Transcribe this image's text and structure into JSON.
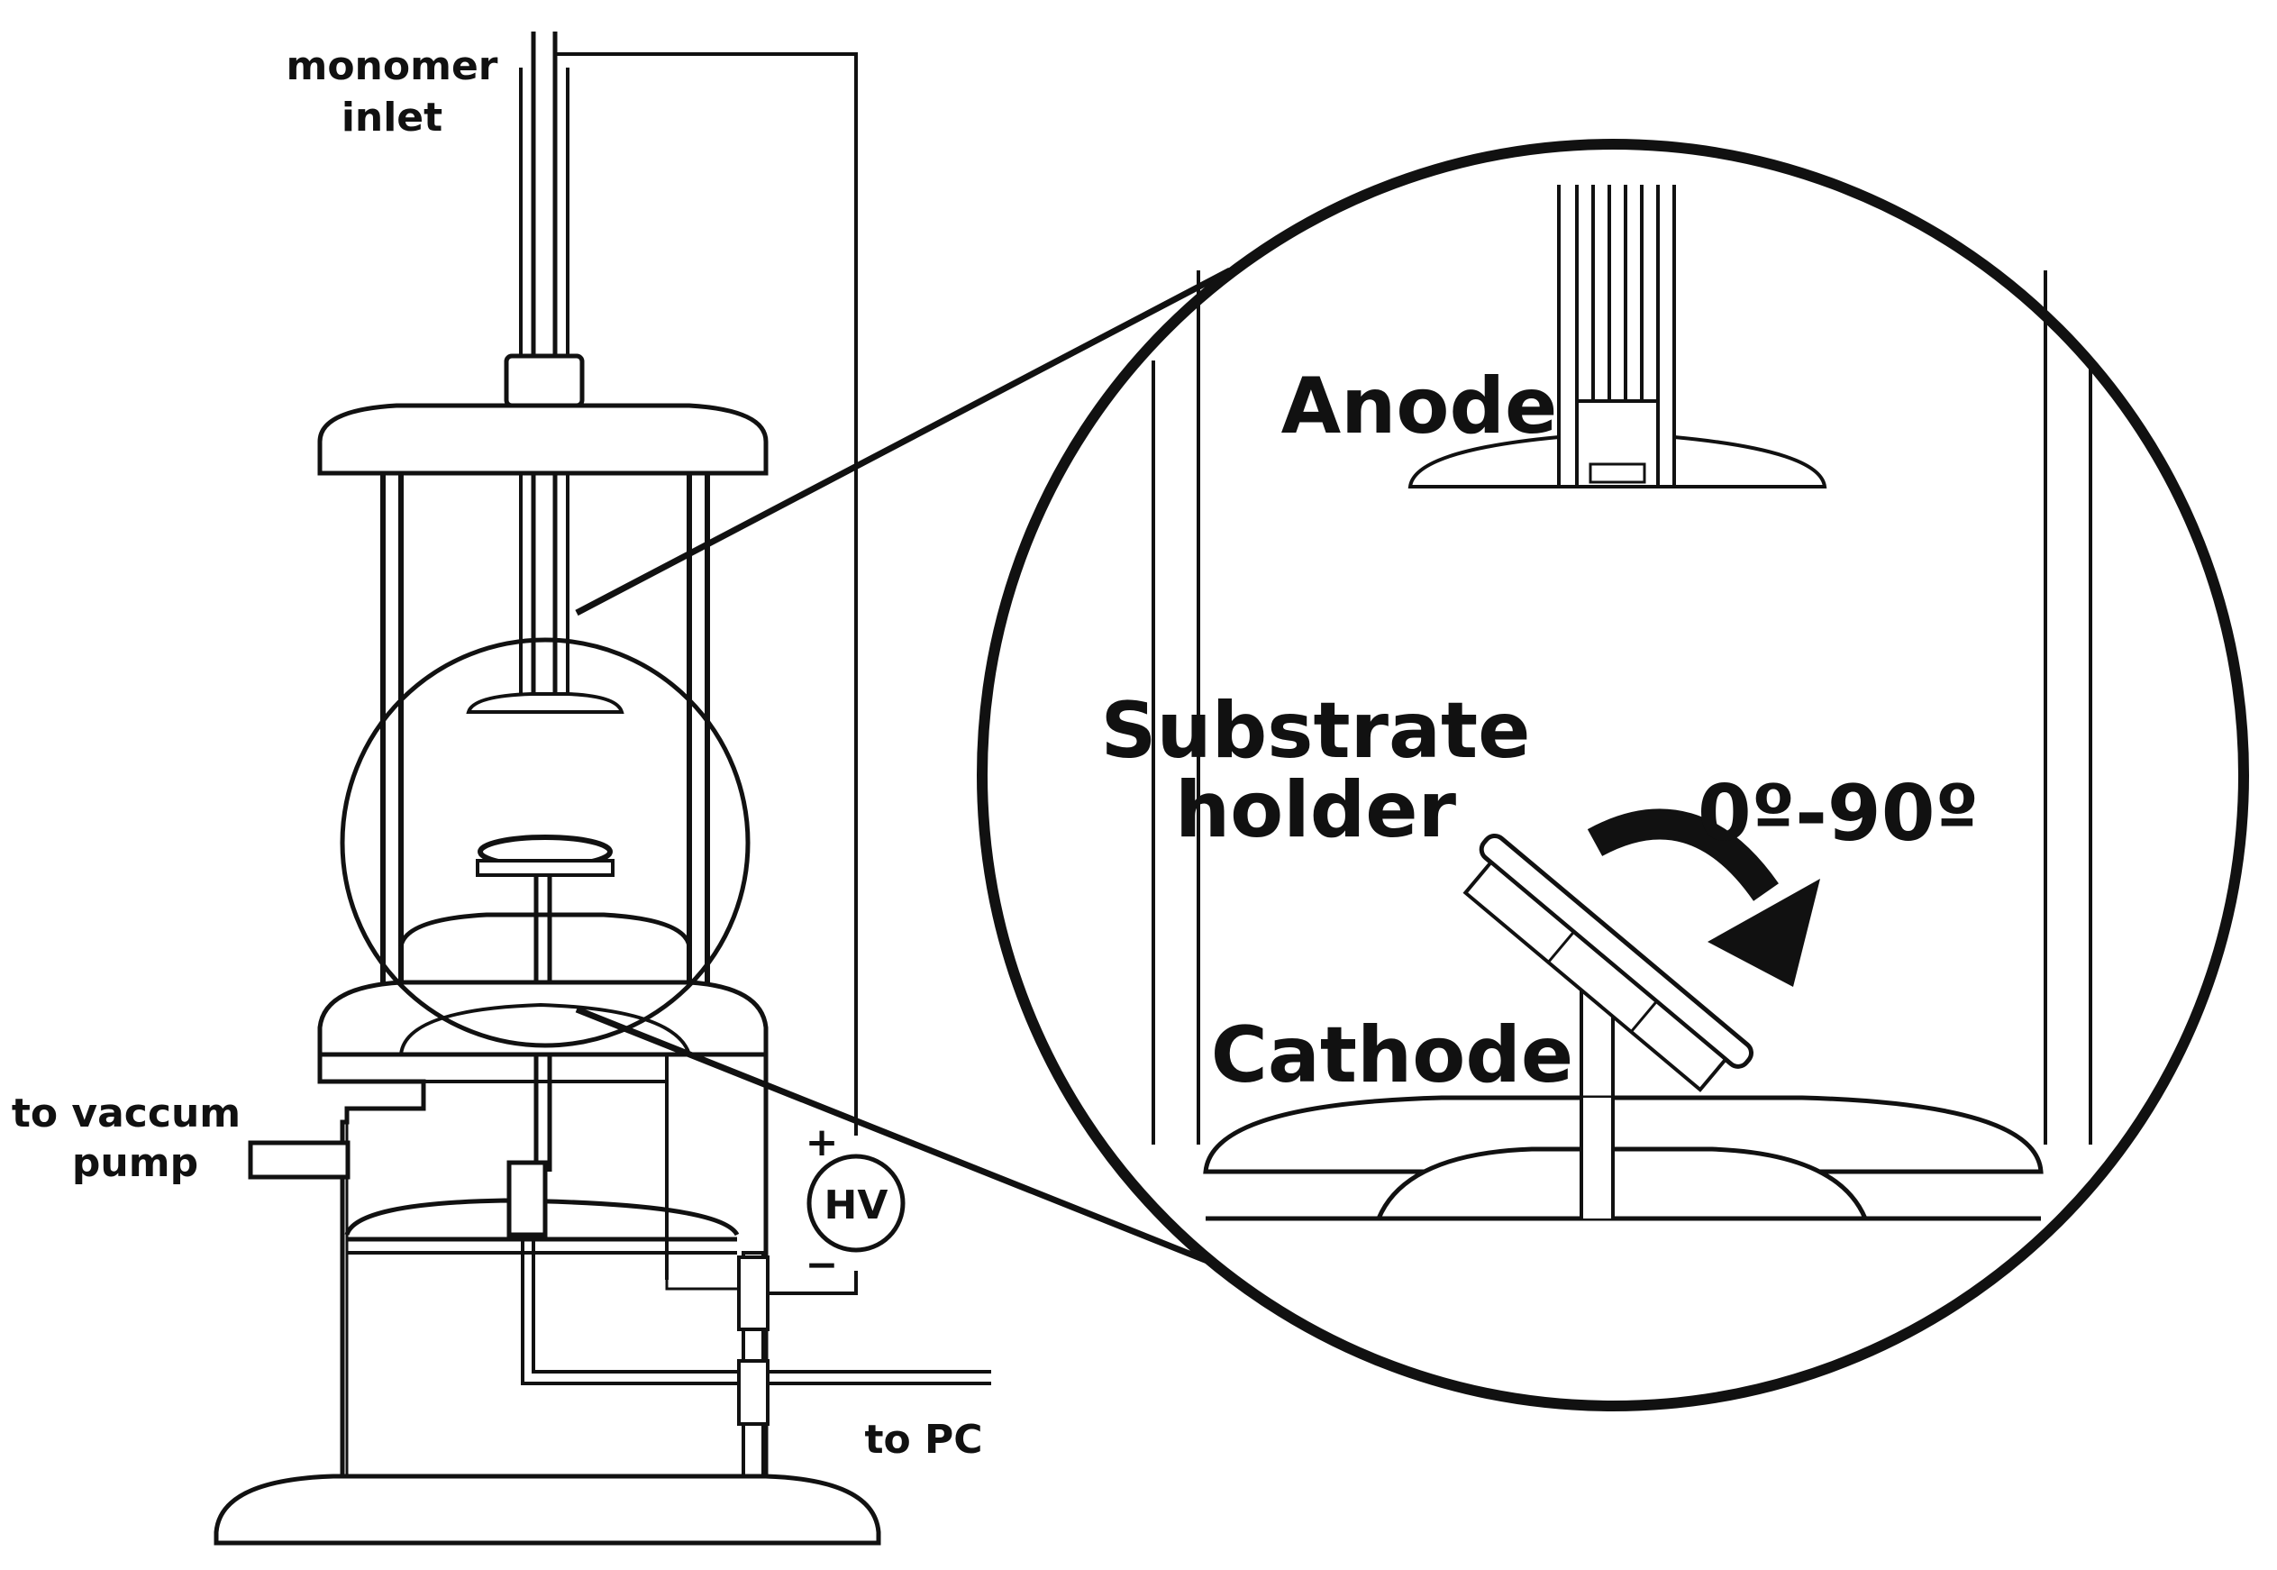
{
  "labels": {
    "monomer_inlet_line1": "monomer",
    "monomer_inlet_line2": "inlet",
    "vacuum_line1": "to vaccum",
    "vacuum_line2": "pump",
    "to_pc": "to PC",
    "plus": "+",
    "minus": "−",
    "hv": "HV",
    "anode": "Anode",
    "substrate_line1": "Substrate",
    "substrate_line2": "holder",
    "angle": "0º-90º",
    "cathode": "Cathode"
  },
  "colors": {
    "ink": "#111111",
    "paper": "#ffffff"
  },
  "icons": {
    "rotation": "curved-arrow-icon"
  }
}
